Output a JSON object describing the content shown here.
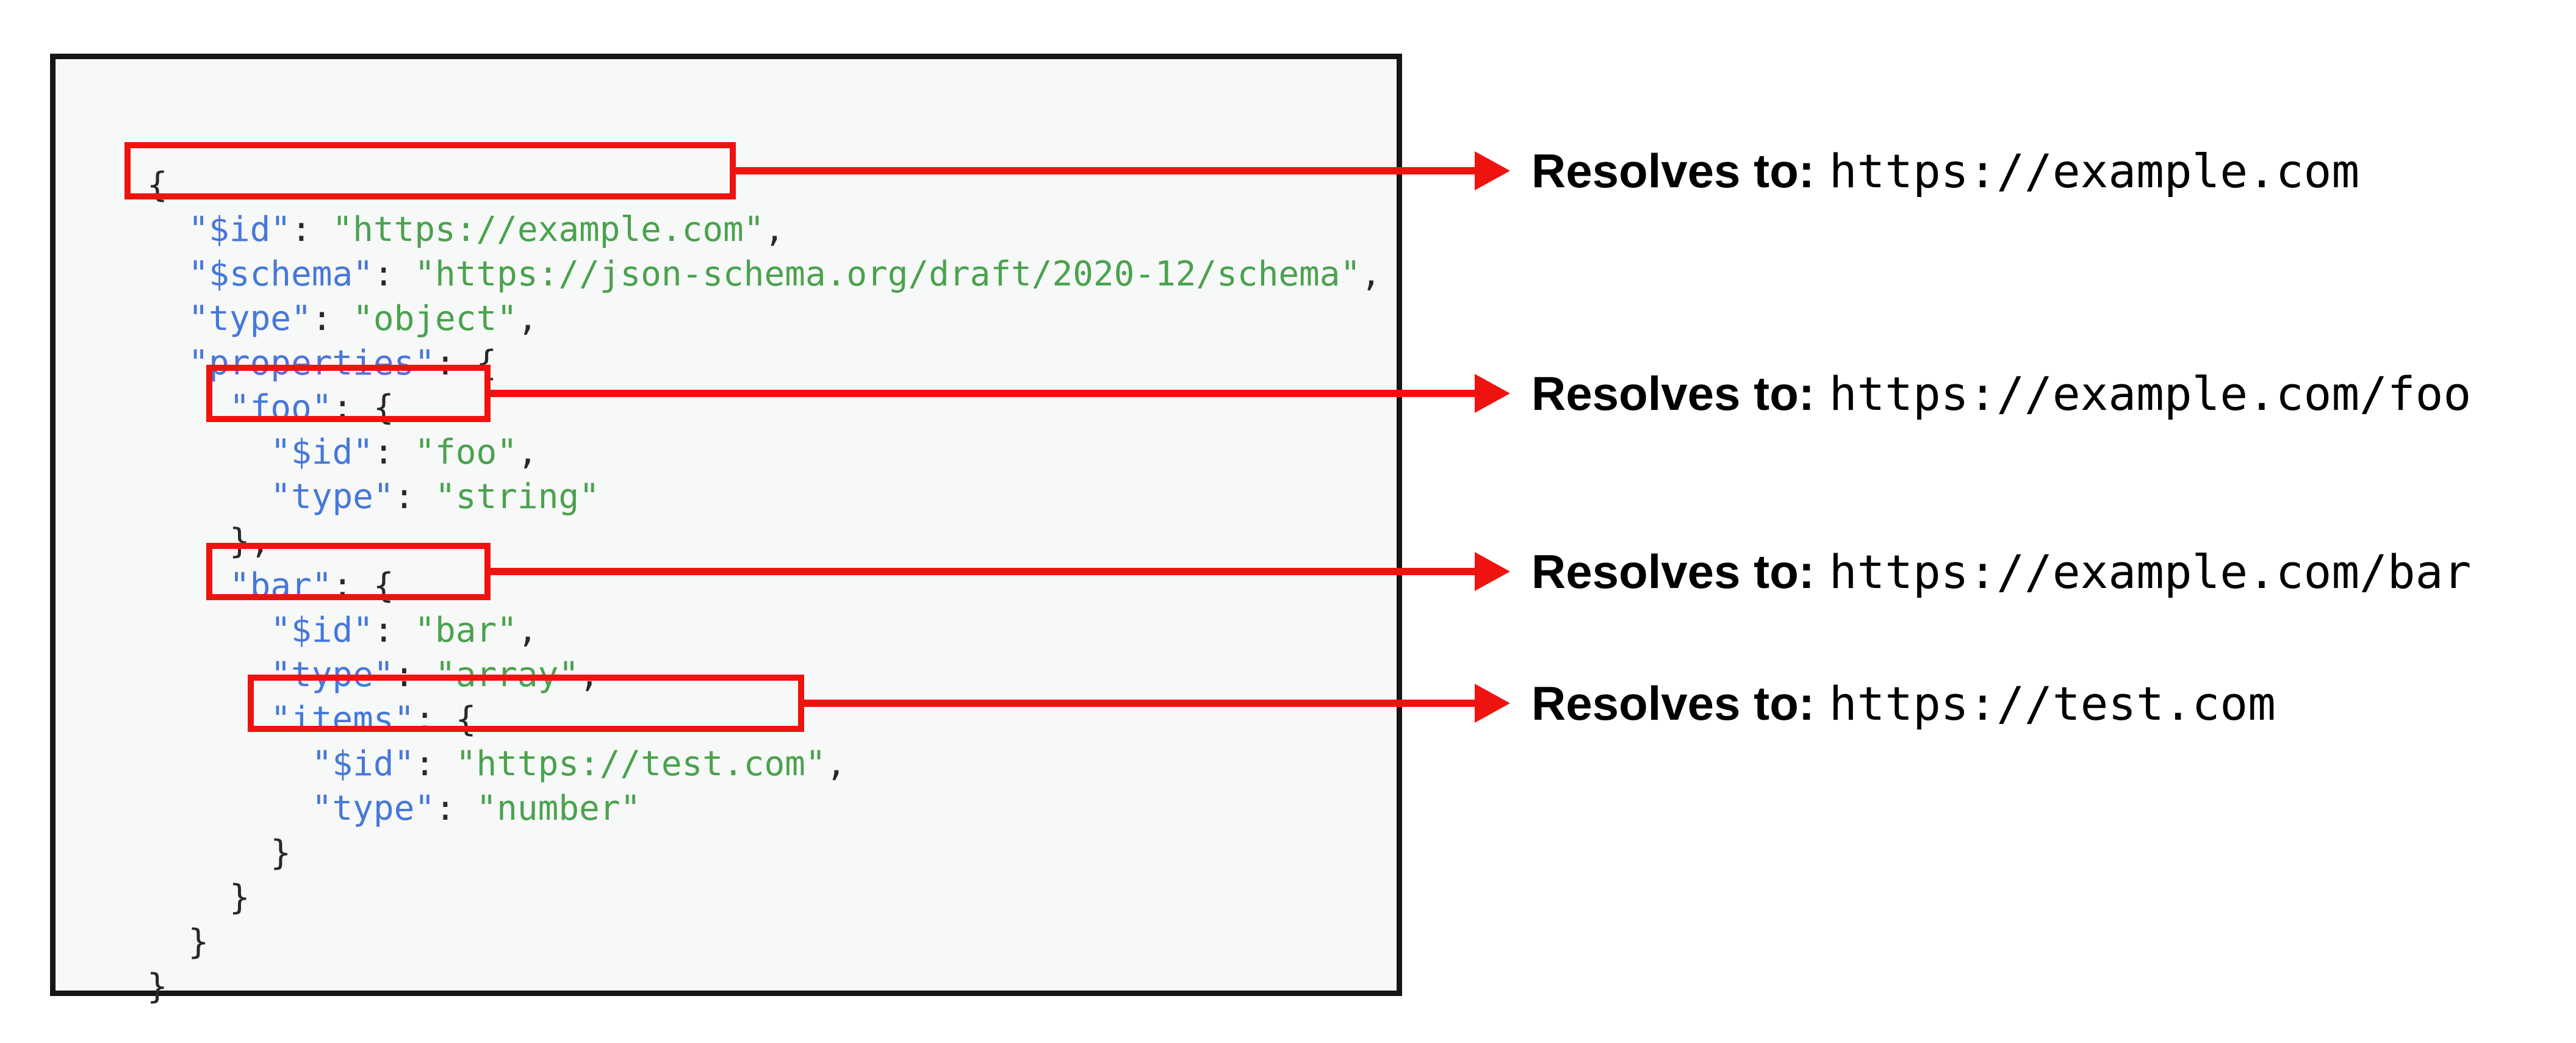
{
  "colors": {
    "key_blue": "#4678d9",
    "string_green": "#4aa24d",
    "punctuation": "#26282b",
    "highlight_red": "#ef1310",
    "frame_border": "#161616",
    "code_background": "#f7f8f8",
    "page_background": "#ffffff",
    "annotation_text": "#000000"
  },
  "code": {
    "language": "json",
    "lines": [
      [
        [
          "p",
          "{"
        ]
      ],
      [
        [
          "p",
          "  "
        ],
        [
          "k",
          "\"$id\""
        ],
        [
          "p",
          ": "
        ],
        [
          "s",
          "\"https://example.com\""
        ],
        [
          "p",
          ","
        ]
      ],
      [
        [
          "p",
          "  "
        ],
        [
          "k",
          "\"$schema\""
        ],
        [
          "p",
          ": "
        ],
        [
          "s",
          "\"https://json-schema.org/draft/2020-12/schema\""
        ],
        [
          "p",
          ","
        ]
      ],
      [
        [
          "p",
          "  "
        ],
        [
          "k",
          "\"type\""
        ],
        [
          "p",
          ": "
        ],
        [
          "s",
          "\"object\""
        ],
        [
          "p",
          ","
        ]
      ],
      [
        [
          "p",
          "  "
        ],
        [
          "k",
          "\"properties\""
        ],
        [
          "p",
          ": {"
        ]
      ],
      [
        [
          "p",
          "    "
        ],
        [
          "k",
          "\"foo\""
        ],
        [
          "p",
          ": {"
        ]
      ],
      [
        [
          "p",
          "      "
        ],
        [
          "k",
          "\"$id\""
        ],
        [
          "p",
          ": "
        ],
        [
          "s",
          "\"foo\""
        ],
        [
          "p",
          ","
        ]
      ],
      [
        [
          "p",
          "      "
        ],
        [
          "k",
          "\"type\""
        ],
        [
          "p",
          ": "
        ],
        [
          "s",
          "\"string\""
        ]
      ],
      [
        [
          "p",
          "    },"
        ]
      ],
      [
        [
          "p",
          "    "
        ],
        [
          "k",
          "\"bar\""
        ],
        [
          "p",
          ": {"
        ]
      ],
      [
        [
          "p",
          "      "
        ],
        [
          "k",
          "\"$id\""
        ],
        [
          "p",
          ": "
        ],
        [
          "s",
          "\"bar\""
        ],
        [
          "p",
          ","
        ]
      ],
      [
        [
          "p",
          "      "
        ],
        [
          "k",
          "\"type\""
        ],
        [
          "p",
          ": "
        ],
        [
          "s",
          "\"array\""
        ],
        [
          "p",
          ","
        ]
      ],
      [
        [
          "p",
          "      "
        ],
        [
          "k",
          "\"items\""
        ],
        [
          "p",
          ": {"
        ]
      ],
      [
        [
          "p",
          "        "
        ],
        [
          "k",
          "\"$id\""
        ],
        [
          "p",
          ": "
        ],
        [
          "s",
          "\"https://test.com\""
        ],
        [
          "p",
          ","
        ]
      ],
      [
        [
          "p",
          "        "
        ],
        [
          "k",
          "\"type\""
        ],
        [
          "p",
          ": "
        ],
        [
          "s",
          "\"number\""
        ]
      ],
      [
        [
          "p",
          "      }"
        ]
      ],
      [
        [
          "p",
          "    }"
        ]
      ],
      [
        [
          "p",
          "  }"
        ]
      ],
      [
        [
          "p",
          "}"
        ]
      ]
    ]
  },
  "highlights": [
    {
      "code_line": 2,
      "highlighted_text": "\"$id\": \"https://example.com\",",
      "resolves_to": "https://example.com"
    },
    {
      "code_line": 7,
      "highlighted_text": "\"$id\": \"foo\",",
      "resolves_to": "https://example.com/foo"
    },
    {
      "code_line": 11,
      "highlighted_text": "\"$id\": \"bar\",",
      "resolves_to": "https://example.com/bar"
    },
    {
      "code_line": 14,
      "highlighted_text": "\"$id\": \"https://test.com\",",
      "resolves_to": "https://test.com"
    }
  ],
  "annotations": [
    {
      "label": "Resolves to:",
      "value": "https://example.com"
    },
    {
      "label": "Resolves to:",
      "value": "https://example.com/foo"
    },
    {
      "label": "Resolves to:",
      "value": "https://example.com/bar"
    },
    {
      "label": "Resolves to:",
      "value": "https://test.com"
    }
  ]
}
